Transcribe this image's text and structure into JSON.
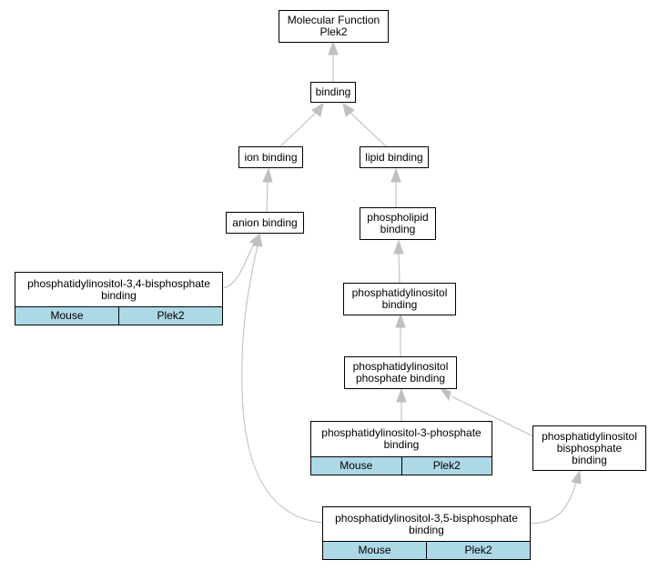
{
  "nodes": {
    "root": {
      "lines": [
        "Molecular Function",
        "Plek2"
      ]
    },
    "binding": {
      "lines": [
        "binding"
      ]
    },
    "ion_binding": {
      "lines": [
        "ion binding"
      ]
    },
    "lipid_binding": {
      "lines": [
        "lipid binding"
      ]
    },
    "anion_binding": {
      "lines": [
        "anion binding"
      ]
    },
    "phospholipid_binding": {
      "lines": [
        "phospholipid",
        "binding"
      ]
    },
    "pi34bp": {
      "lines": [
        "phosphatidylinositol-3,4-bisphosphate",
        "binding"
      ],
      "species": "Mouse",
      "gene": "Plek2"
    },
    "pi_binding": {
      "lines": [
        "phosphatidylinositol",
        "binding"
      ]
    },
    "pip_binding": {
      "lines": [
        "phosphatidylinositol",
        "phosphate binding"
      ]
    },
    "pi3p": {
      "lines": [
        "phosphatidylinositol-3-phosphate",
        "binding"
      ],
      "species": "Mouse",
      "gene": "Plek2"
    },
    "pibp": {
      "lines": [
        "phosphatidylinositol",
        "bisphosphate",
        "binding"
      ]
    },
    "pi35bp": {
      "lines": [
        "phosphatidylinositol-3,5-bisphosphate",
        "binding"
      ],
      "species": "Mouse",
      "gene": "Plek2"
    }
  },
  "edges": [
    {
      "from": "binding",
      "to": "root"
    },
    {
      "from": "ion_binding",
      "to": "binding"
    },
    {
      "from": "lipid_binding",
      "to": "binding"
    },
    {
      "from": "anion_binding",
      "to": "ion_binding"
    },
    {
      "from": "phospholipid_binding",
      "to": "lipid_binding"
    },
    {
      "from": "pi34bp",
      "to": "anion_binding"
    },
    {
      "from": "pi35bp",
      "to": "anion_binding"
    },
    {
      "from": "pi_binding",
      "to": "phospholipid_binding"
    },
    {
      "from": "pip_binding",
      "to": "pi_binding"
    },
    {
      "from": "pi3p",
      "to": "pip_binding"
    },
    {
      "from": "pibp",
      "to": "pip_binding"
    },
    {
      "from": "pi35bp",
      "to": "pibp"
    }
  ],
  "colors": {
    "edge": "#c0c0c0",
    "annotation_cell": "#add8e6",
    "node_border": "#000000"
  }
}
